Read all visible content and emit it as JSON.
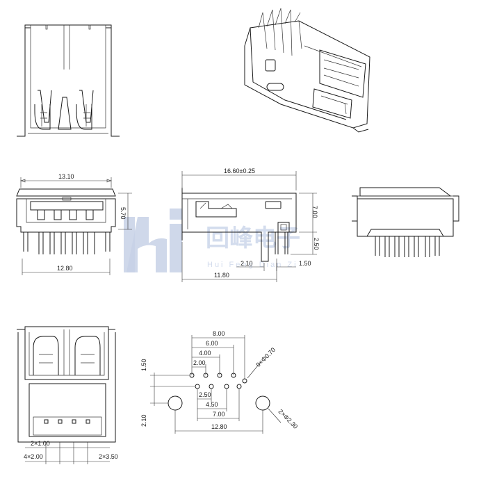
{
  "watermark": {
    "brand_cn": "回峰电子",
    "brand_pinyin": "Hui Feng Dian Zi",
    "logo_icon": "hf-logo-icon"
  },
  "front_side_view": {
    "width": "13.10",
    "height": "5.70",
    "pin_span": "12.80"
  },
  "side_view": {
    "length": "16.60±0.25",
    "height": "7.00",
    "pin_height": "2.50",
    "pin_offset": "2.10",
    "pin_pitch": "1.50",
    "body_to_pin": "11.80"
  },
  "pcb_layout": {
    "d1": "8.00",
    "d2": "6.00",
    "d3": "4.00",
    "d4": "2.00",
    "d5": "2.50",
    "d6": "4.50",
    "d7": "7.00",
    "d8": "12.80",
    "v1": "1.50",
    "v2": "2.10",
    "holes": "9×Φ0.70",
    "mount_holes": "2×Φ2.30"
  },
  "bottom_view": {
    "pitch_small": "2×1.00",
    "pitch_mid": "4×2.00",
    "pitch_end": "2×3.50"
  }
}
